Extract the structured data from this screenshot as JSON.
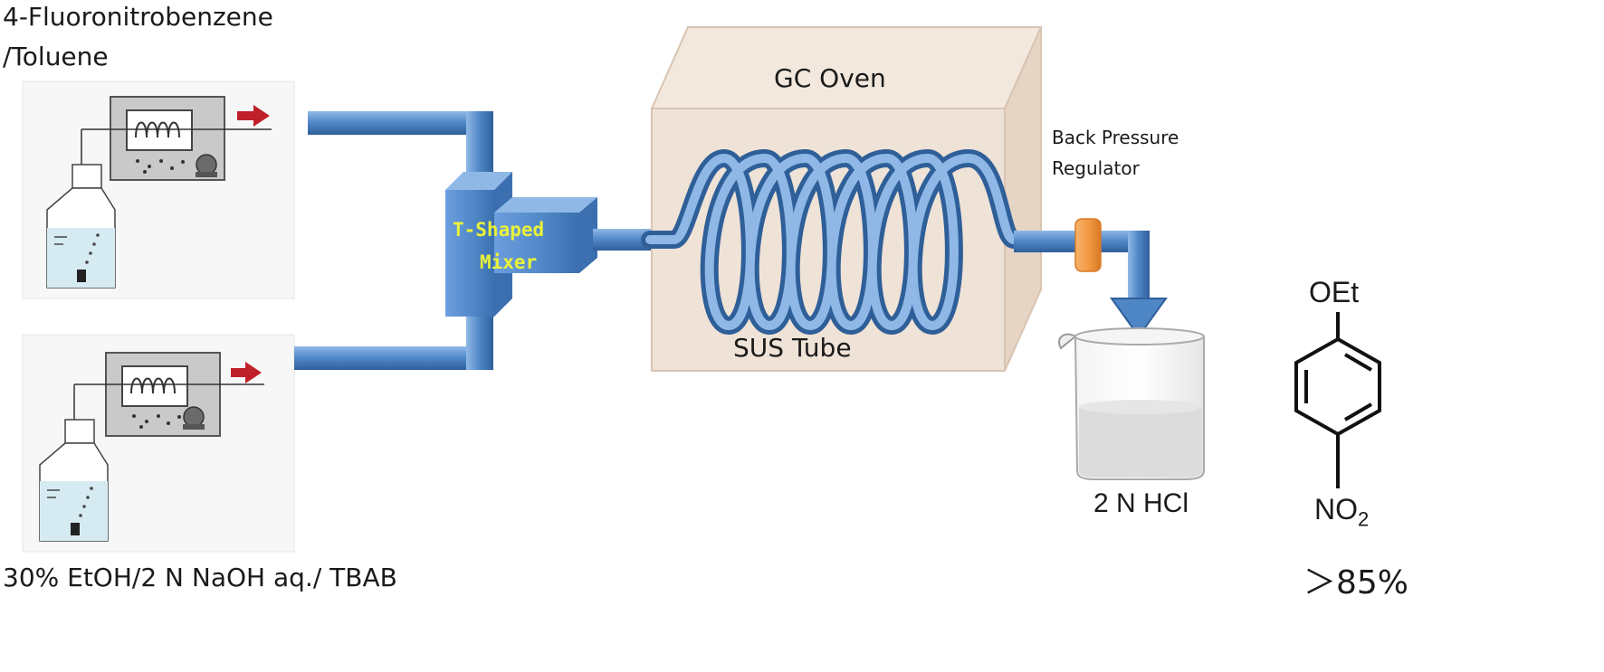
{
  "labels": {
    "reagent_top_line1": "4-Fluoronitrobenzene",
    "reagent_top_line2": "/Toluene",
    "reagent_bottom": "30% EtOH/2 N NaOH aq./ TBAB",
    "mixer_line1": "T-Shaped",
    "mixer_line2": "Mixer",
    "oven": "GC Oven",
    "tube": "SUS Tube",
    "bpr_line1": "Back Pressure",
    "bpr_line2": "Regulator",
    "quench": "2 N HCl",
    "product_top": "OEt",
    "product_bottom": "NO",
    "product_bottom_sub": "2",
    "yield": "＞85%"
  },
  "colors": {
    "tube_blue": "#4f86c6",
    "tube_dark": "#2f5f99",
    "mixer_blue": "#5b8fd4",
    "mixer_text": "#e9f23a",
    "oven_face": "#efe2d6",
    "oven_edge": "#d8c4b2",
    "bpr_orange": "#f39a45",
    "pump_gray": "#c9c9c9",
    "liquid_blue": "#d6eaf2",
    "flow_arrow_red": "#c0202a",
    "beaker_liquid": "#dcdcdc"
  }
}
